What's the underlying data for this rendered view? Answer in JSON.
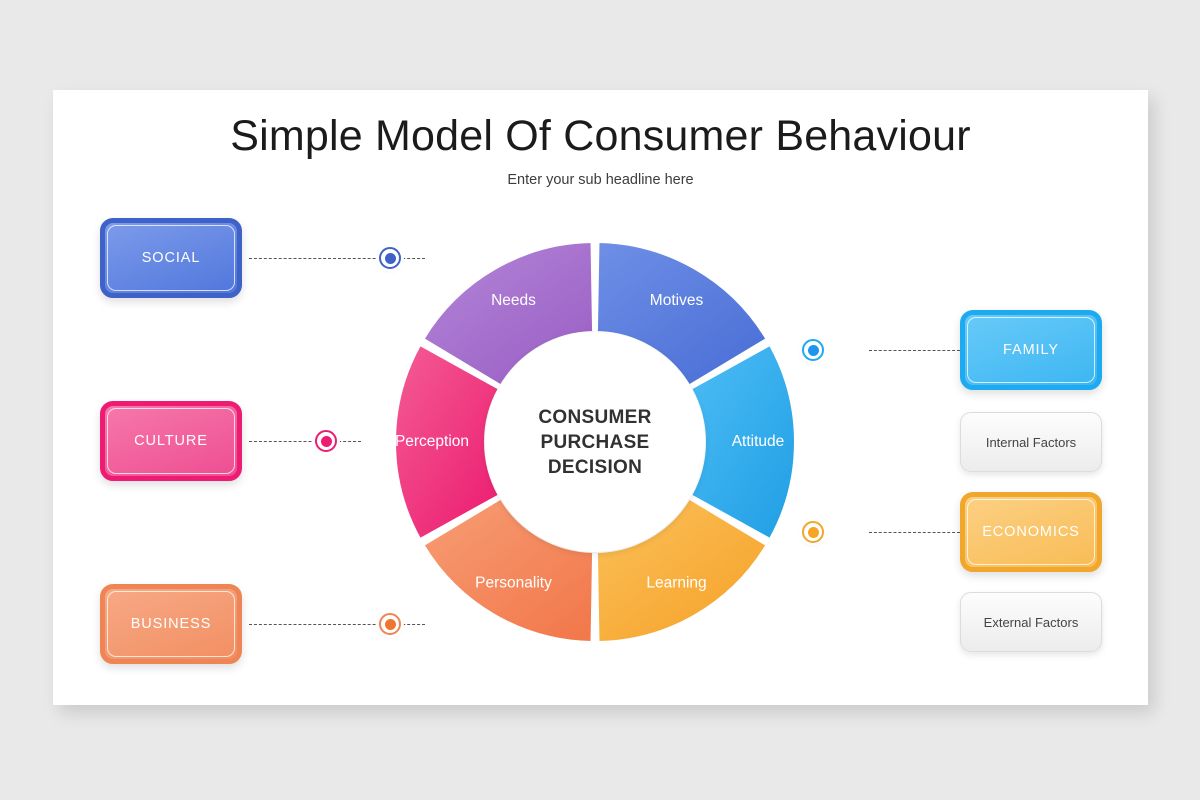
{
  "slide": {
    "title": "Simple Model Of Consumer Behaviour",
    "subtitle": "Enter your sub headline here",
    "background_color": "#e9e9e9",
    "card_color": "#ffffff"
  },
  "hub": {
    "line1": "CONSUMER",
    "line2": "PURCHASE",
    "line3": "DECISION",
    "fill": "#ffffff",
    "text_color": "#313131"
  },
  "chart_data": {
    "type": "pie",
    "title": "Simple Model Of Consumer Behaviour",
    "subtitle": "Enter your sub headline here",
    "center_label": "CONSUMER PURCHASE DECISION",
    "categories": [
      "Motives",
      "Attitude",
      "Learning",
      "Personality",
      "Perception",
      "Needs"
    ],
    "values": [
      1,
      1,
      1,
      1,
      1,
      1
    ],
    "segment_count": 6,
    "segment_sweep_degrees": 60,
    "gap_degrees": 2,
    "inner_radius_ratio": 0.5,
    "legend_position": "on-slice",
    "grid": false,
    "segments": [
      {
        "label": "Motives",
        "start_angle": -90,
        "end_angle": -30,
        "color_from": "#6f8fe6",
        "color_to": "#4a6fd6",
        "shadow": "#3a5ec4"
      },
      {
        "label": "Attitude",
        "start_angle": -30,
        "end_angle": 30,
        "color_from": "#4cbdf4",
        "color_to": "#23a0e6",
        "shadow": "#1584b5"
      },
      {
        "label": "Learning",
        "start_angle": 30,
        "end_angle": 90,
        "color_from": "#fbc15b",
        "color_to": "#f6a229",
        "shadow": "#c4860a"
      },
      {
        "label": "Personality",
        "start_angle": 90,
        "end_angle": 150,
        "color_from": "#f79d74",
        "color_to": "#f2794c",
        "shadow": "#d94d18"
      },
      {
        "label": "Perception",
        "start_angle": 150,
        "end_angle": 210,
        "color_from": "#f45c94",
        "color_to": "#ec1f72",
        "shadow": "#b4115a"
      },
      {
        "label": "Needs",
        "start_angle": 210,
        "end_angle": 270,
        "color_from": "#b387d9",
        "color_to": "#9b5fc4",
        "shadow": "#7c3ea6"
      }
    ]
  },
  "left_items": [
    {
      "label": "SOCIAL",
      "color": "#3f62c9",
      "marker_color": "#3f62c9"
    },
    {
      "label": "CULTURE",
      "color": "#ed1c72",
      "marker_color": "#ed1c72"
    },
    {
      "label": "BUSINESS",
      "color": "#ef8555",
      "marker_color": "#f0762f"
    }
  ],
  "right_items": [
    {
      "label": "FAMILY",
      "color": "#1eaaf1",
      "marker_color": "#1e96ec"
    },
    {
      "label": "ECONOMICS",
      "color": "#f0a72b",
      "marker_color": "#f5a623"
    }
  ],
  "factor_boxes": [
    {
      "label": "Internal Factors"
    },
    {
      "label": "External Factors"
    }
  ]
}
